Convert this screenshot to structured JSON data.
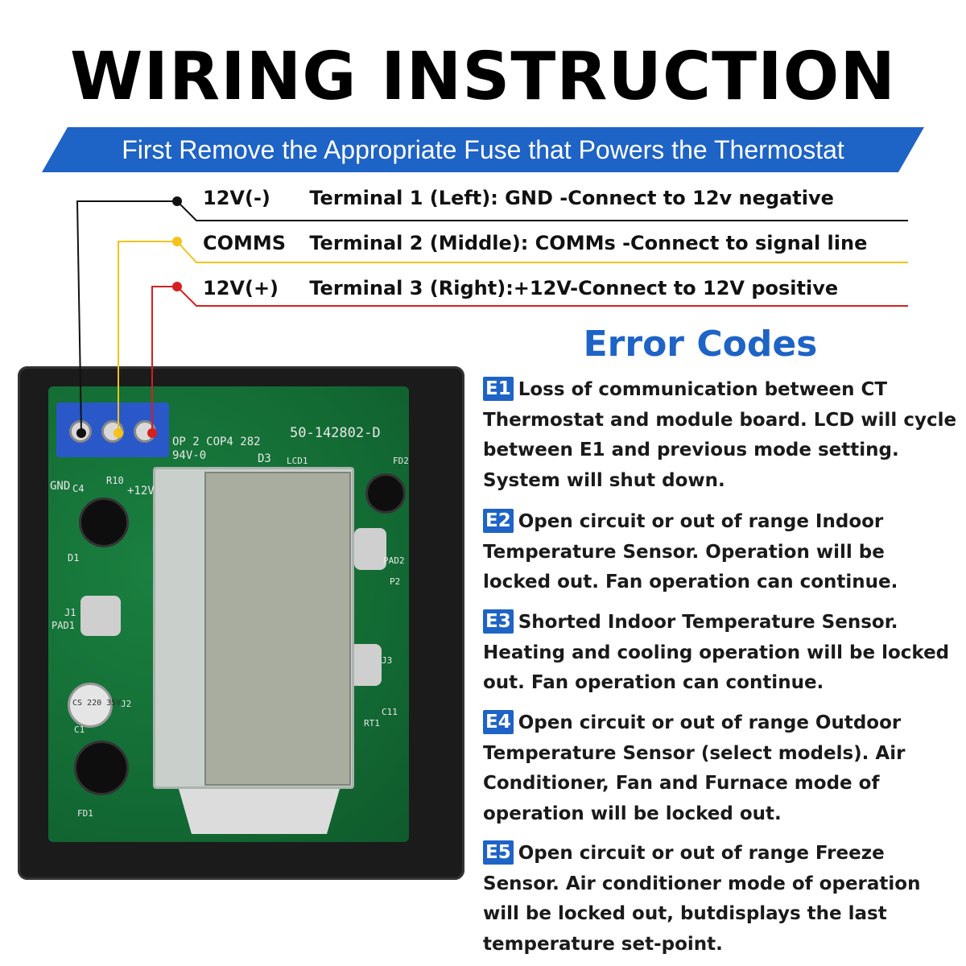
{
  "title": "WIRING INSTRUCTION",
  "banner": "First Remove the Appropriate Fuse that Powers the Thermostat",
  "wires": [
    {
      "tag": "12V(-)",
      "text": "Terminal 1 (Left): GND -Connect to 12v negative",
      "color": "#111111"
    },
    {
      "tag": "COMMS",
      "text": "Terminal 2 (Middle): COMMs -Connect to signal line",
      "color": "#f5c21b"
    },
    {
      "tag": "12V(+)",
      "text": "Terminal 3 (Right):+12V-Connect to 12V positive",
      "color": "#d61f1f"
    }
  ],
  "board_labels": {
    "part_number": "50-142802-D",
    "top_left": "OP 2  COP4  282",
    "rating": "94V-0",
    "d3": "D3",
    "lcd1": "LCD1",
    "fd2": "FD2",
    "gnd": "GND",
    "c4": "C4",
    "r10": "R10",
    "plus12v": "+12V",
    "d1": "D1",
    "j1": "J1",
    "pad1": "PAD1",
    "pad2": "PAD2",
    "p2": "P2",
    "j3": "J3",
    "c11": "C11",
    "rt1": "RT1",
    "j2": "J2",
    "cap": "CS 220 35V",
    "c1": "C1",
    "fd1": "FD1"
  },
  "error_codes": {
    "heading": "Error Codes",
    "items": [
      {
        "code": "E1",
        "text": "Loss of communication between CT Thermostat and module board. LCD will cycle between E1 and previous mode setting. System will shut down."
      },
      {
        "code": "E2",
        "text": "Open circuit or out of range Indoor Temperature Sensor. Operation will be locked out. Fan operation can continue."
      },
      {
        "code": "E3",
        "text": "Shorted Indoor Temperature Sensor. Heating and cooling operation will be locked out. Fan operation can continue."
      },
      {
        "code": "E4",
        "text": "Open circuit or out of range Outdoor Temperature Sensor (select models). Air Conditioner, Fan and  Furnace mode of operation will be locked out."
      },
      {
        "code": "E5",
        "text": "Open circuit or out of range Freeze Sensor. Air conditioner mode of operation will be locked out, butdisplays the last temperature set-point."
      }
    ]
  },
  "colors": {
    "accent": "#1e63c6",
    "wire_black": "#111111",
    "wire_yellow": "#f5c21b",
    "wire_red": "#d61f1f"
  }
}
